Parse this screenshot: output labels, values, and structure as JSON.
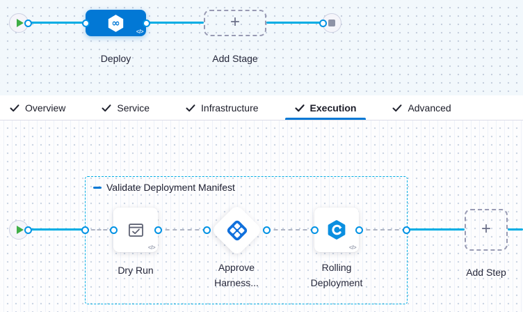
{
  "colors": {
    "primary_blue": "#0278d5",
    "wire_blue": "#00ade4",
    "group_border": "#00ade4",
    "play_green": "#3fae46",
    "dashed_gray": "#aeb4c4",
    "add_border_gray": "#989ab3"
  },
  "stage_canvas": {
    "start_node": {
      "icon": "play-icon"
    },
    "end_node": {
      "icon": "stop-icon"
    },
    "deploy_stage": {
      "label": "Deploy",
      "code_badge": "</>",
      "icon": "harness-pipeline-icon"
    },
    "add_stage": {
      "label": "Add Stage",
      "plus": "+"
    }
  },
  "tabs": {
    "items": [
      {
        "label": "Overview",
        "checked": true,
        "active": false
      },
      {
        "label": "Service",
        "checked": true,
        "active": false
      },
      {
        "label": "Infrastructure",
        "checked": true,
        "active": false
      },
      {
        "label": "Execution",
        "checked": true,
        "active": true
      },
      {
        "label": "Advanced",
        "checked": true,
        "active": false
      }
    ]
  },
  "execution_canvas": {
    "start_node": {
      "icon": "play-icon"
    },
    "step_group": {
      "title": "Validate Deployment Manifest"
    },
    "steps": [
      {
        "label": "Dry Run",
        "icon": "dry-run-icon",
        "code_badge": "</>"
      },
      {
        "label_line1": "Approve",
        "label_line2": "Harness...",
        "icon": "approval-icon"
      },
      {
        "label_line1": "Rolling",
        "label_line2": "Deployment",
        "icon": "rolling-deployment-icon",
        "code_badge": "</>"
      }
    ],
    "add_step": {
      "label": "Add Step",
      "plus": "+"
    }
  }
}
